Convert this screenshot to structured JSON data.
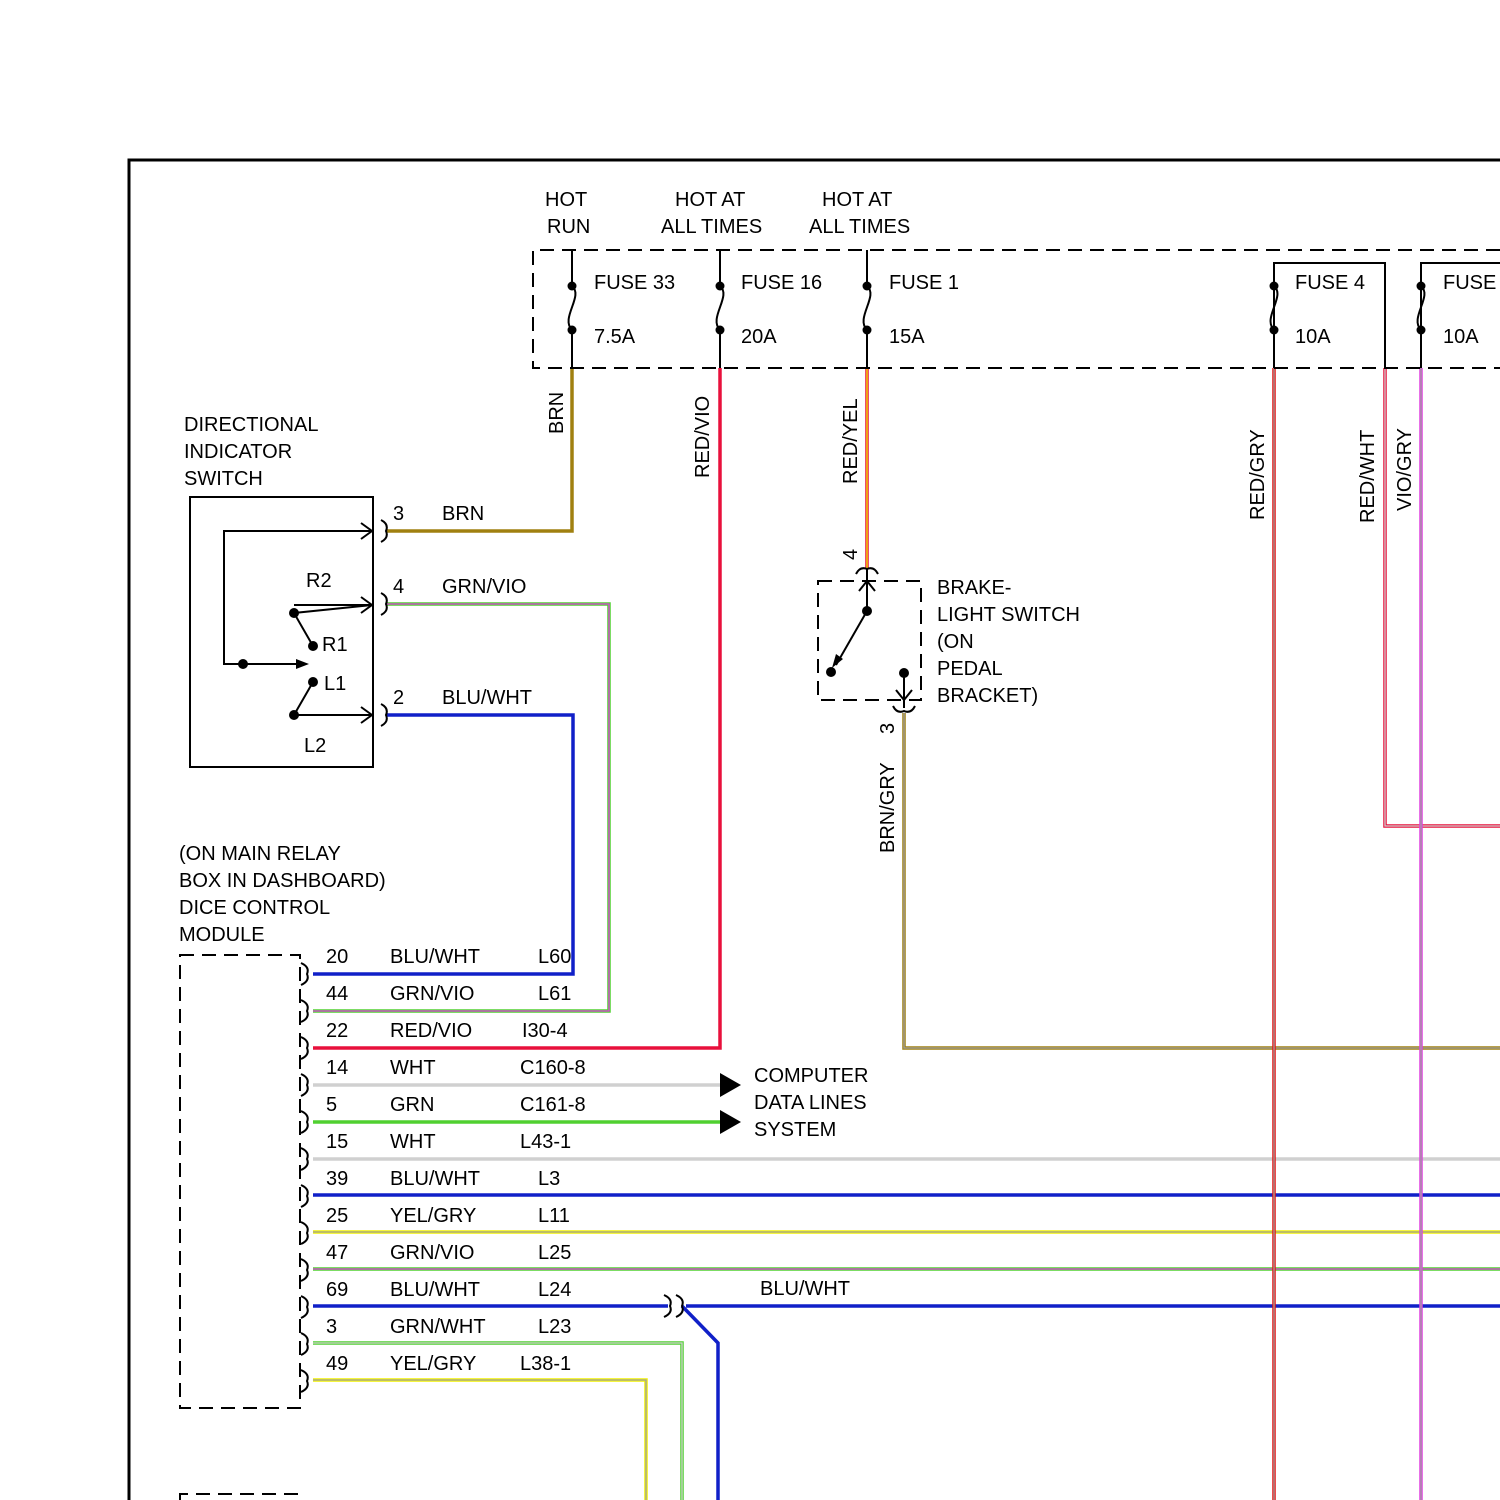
{
  "colors": {
    "brn": "#a08010",
    "red": "#e8103c",
    "yel": "#f0f000",
    "blu": "#1020c8",
    "grn": "#50d030",
    "vio": "#e040e0",
    "wht": "#d0d0d0",
    "gry": "#a0a0a0",
    "red_pure": "#e81010"
  },
  "fuse_box": {
    "supply_labels": [
      {
        "line1": "HOT",
        "line2": "RUN"
      },
      {
        "line1": "HOT AT",
        "line2": "ALL TIMES"
      },
      {
        "line1": "HOT AT",
        "line2": "ALL TIMES"
      }
    ],
    "fuses": [
      {
        "name": "FUSE 33",
        "rating": "7.5A"
      },
      {
        "name": "FUSE 16",
        "rating": "20A"
      },
      {
        "name": "FUSE 1",
        "rating": "15A"
      },
      {
        "name": "FUSE 4",
        "rating": "10A"
      },
      {
        "name": "FUSE",
        "rating": "10A"
      }
    ]
  },
  "directional_switch": {
    "title_lines": [
      "DIRECTIONAL",
      "INDICATOR",
      "SWITCH"
    ],
    "contacts": [
      "R2",
      "R1",
      "L1",
      "L2"
    ],
    "pins": [
      {
        "num": "3",
        "wire": "BRN"
      },
      {
        "num": "4",
        "wire": "GRN/VIO"
      },
      {
        "num": "2",
        "wire": "BLU/WHT"
      }
    ]
  },
  "brake_switch": {
    "title_lines": [
      "BRAKE-",
      "LIGHT SWITCH",
      "(ON",
      "PEDAL",
      "BRACKET)"
    ],
    "pin_top": "4",
    "pin_bottom": "3"
  },
  "vertical_wire_labels": {
    "fuse33": "BRN",
    "fuse16": "RED/VIO",
    "fuse1": "RED/YEL",
    "brake_out": "BRN/GRY",
    "fuse4": "RED/GRY",
    "fuse4b": "RED/WHT",
    "fuse5": "VIO/GRY"
  },
  "dice_module": {
    "title_lines": [
      "(ON MAIN RELAY",
      "BOX IN DASHBOARD)",
      "DICE CONTROL",
      "MODULE"
    ],
    "pins": [
      {
        "num": "20",
        "wire": "BLU/WHT",
        "ref": "L60"
      },
      {
        "num": "44",
        "wire": "GRN/VIO",
        "ref": "L61"
      },
      {
        "num": "22",
        "wire": "RED/VIO",
        "ref": "I30-4"
      },
      {
        "num": "14",
        "wire": "WHT",
        "ref": "C160-8"
      },
      {
        "num": "5",
        "wire": "GRN",
        "ref": "C161-8"
      },
      {
        "num": "15",
        "wire": "WHT",
        "ref": "L43-1"
      },
      {
        "num": "39",
        "wire": "BLU/WHT",
        "ref": "L3"
      },
      {
        "num": "25",
        "wire": "YEL/GRY",
        "ref": "L11"
      },
      {
        "num": "47",
        "wire": "GRN/VIO",
        "ref": "L25"
      },
      {
        "num": "69",
        "wire": "BLU/WHT",
        "ref": "L24"
      },
      {
        "num": "3",
        "wire": "GRN/WHT",
        "ref": "L23"
      },
      {
        "num": "49",
        "wire": "YEL/GRY",
        "ref": "L38-1"
      }
    ]
  },
  "computer_data_lines": {
    "lines": [
      "COMPUTER",
      "DATA LINES",
      "SYSTEM"
    ]
  },
  "pin69_connector_label": "BLU/WHT"
}
